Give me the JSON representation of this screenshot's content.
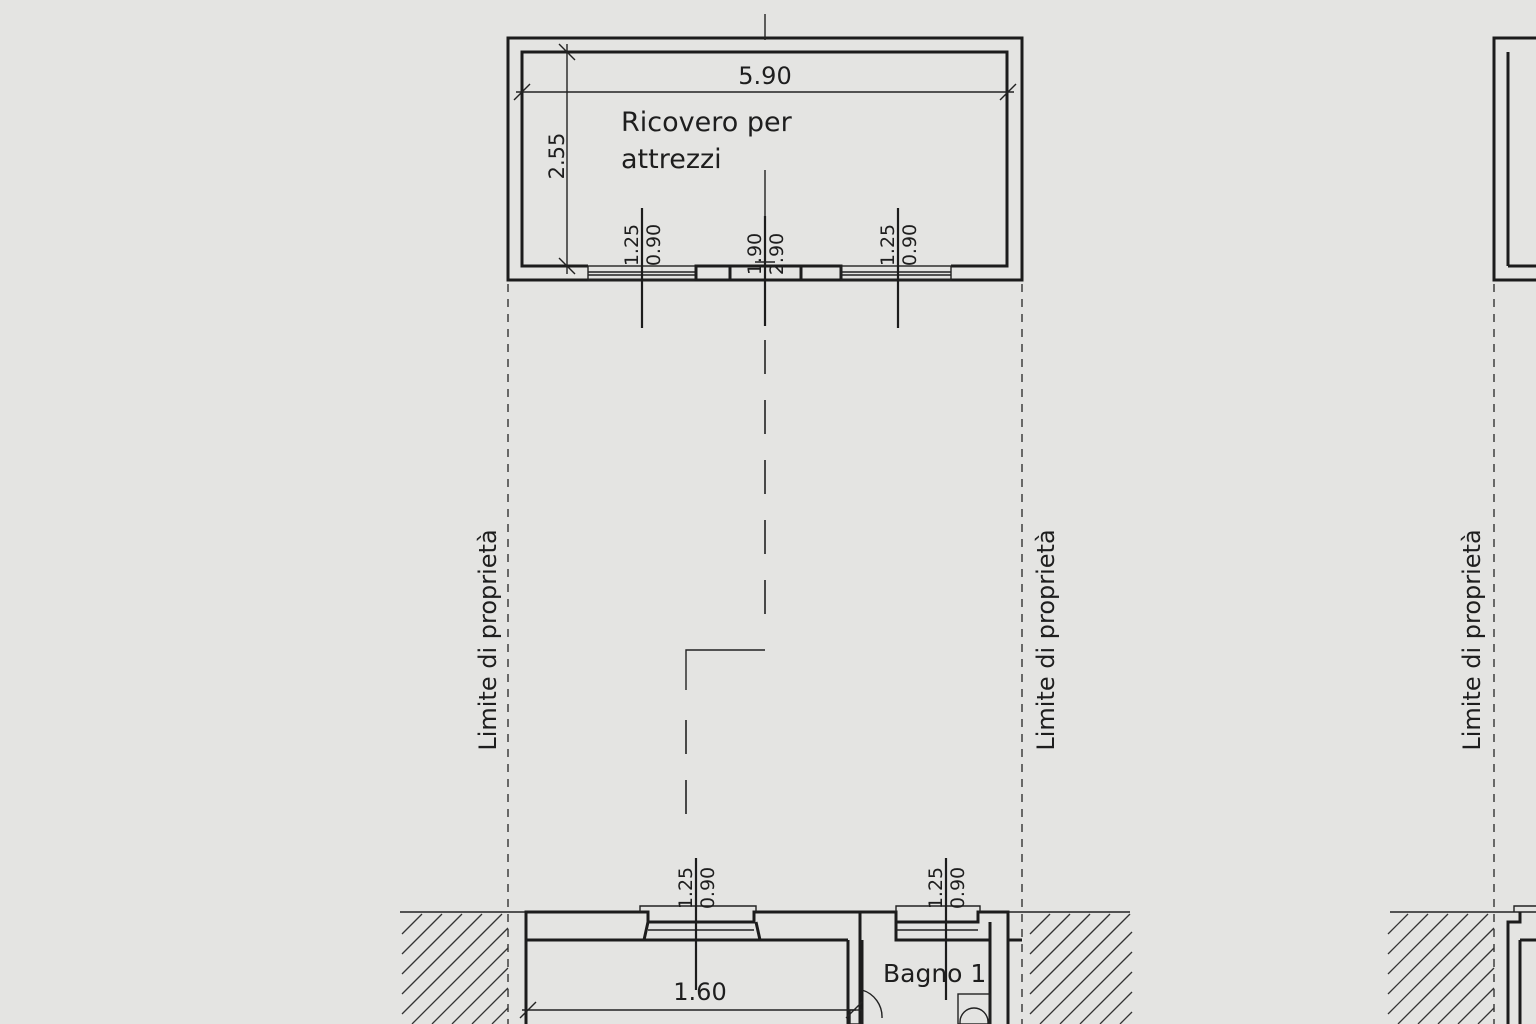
{
  "shed": {
    "label_line1": "Ricovero per",
    "label_line2": "attrezzi",
    "width_dim": "5.90",
    "depth_dim": "2.55",
    "opening_left": {
      "top": "1.25",
      "bottom": "0.90"
    },
    "opening_center": {
      "top": "1.90",
      "bottom": "2.90"
    },
    "opening_right": {
      "top": "1.25",
      "bottom": "0.90"
    }
  },
  "boundary_labels": [
    "Limite di proprietà",
    "Limite di proprietà",
    "Limite di proprietà"
  ],
  "house": {
    "room_dim": "1.60",
    "bathroom_label": "Bagno 1",
    "window_left": {
      "top": "1.25",
      "bottom": "0.90"
    },
    "window_right": {
      "top": "1.25",
      "bottom": "0.90"
    }
  },
  "colors": {
    "paper": "#e4e4e2",
    "ink": "#1c1c1c"
  }
}
